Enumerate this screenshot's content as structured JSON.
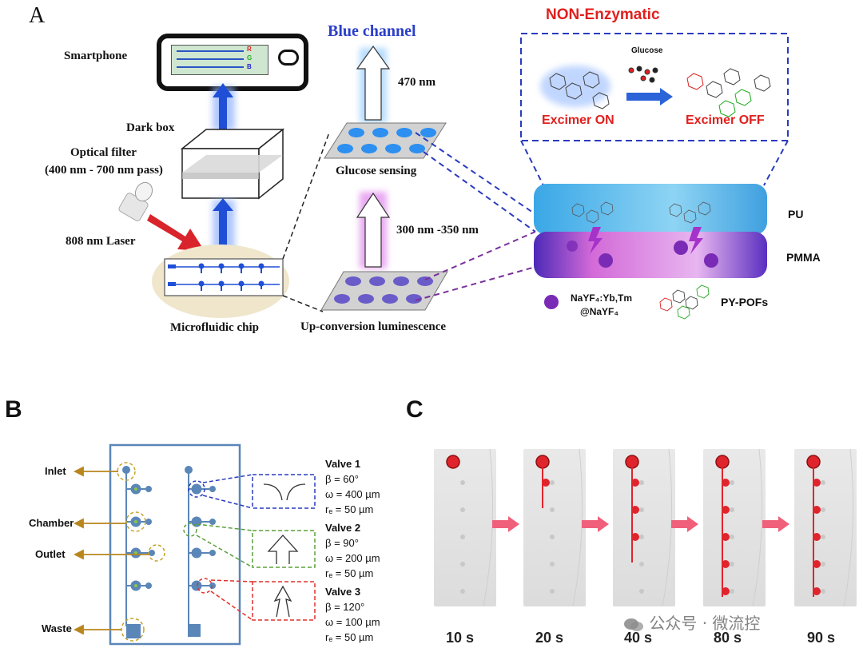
{
  "panel_a": {
    "letter": "A",
    "smartphone": "Smartphone",
    "phone_screen": {
      "r": "R",
      "g": "G",
      "b": "B"
    },
    "dark_box": "Dark box",
    "optical_filter_line1": "Optical filter",
    "optical_filter_line2": "(400 nm - 700 nm pass)",
    "laser": "808 nm  Laser",
    "microfluidic_chip": "Microfluidic chip",
    "blue_channel": "Blue channel",
    "wavelength_emit": "470 nm",
    "glucose_sensing": "Glucose sensing",
    "wavelength_uv": "300 nm -350 nm",
    "upconversion": "Up-conversion luminescence",
    "non_enzymatic": "NON-Enzymatic",
    "glucose": "Glucose",
    "excimer_on": "Excimer ON",
    "excimer_off": "Excimer OFF",
    "pu": "PU",
    "pmma": "PMMA",
    "nanoparticle_label_line1": "NaYF₄:Yb,Tm",
    "nanoparticle_label_line2": "@NaYF₄",
    "pypofs": "PY-POFs"
  },
  "panel_b": {
    "letter": "B",
    "inlet": "Inlet",
    "chamber": "Chamber",
    "outlet": "Outlet",
    "waste": "Waste",
    "valves": [
      {
        "title": "Valve 1",
        "beta": "β = 60°",
        "omega": "ω = 400 µm",
        "re": "rₑ = 50 µm"
      },
      {
        "title": "Valve 2",
        "beta": "β = 90°",
        "omega": "ω = 200 µm",
        "re": "rₑ = 50 µm"
      },
      {
        "title": "Valve 3",
        "beta": "β = 120°",
        "omega": "ω = 100 µm",
        "re": "rₑ = 50 µm"
      }
    ]
  },
  "panel_c": {
    "letter": "C",
    "times": [
      "10 s",
      "20 s",
      "40 s",
      "80 s",
      "90 s"
    ],
    "filled_chambers": [
      0,
      1,
      3,
      5,
      5
    ],
    "watermark": "公众号 · 微流控"
  },
  "colors": {
    "blue_arrow": "#1f4fd6",
    "red_laser": "#d8242a",
    "pu_layer": "#54b6ea",
    "pmma_layer": "#b06bd8",
    "dashed_blue": "#2a3bbf",
    "dashed_purple": "#7a2f9b",
    "chip_blue": "#5a86b8",
    "valve_green": "#5aa03a",
    "valve_red": "#e0302b",
    "liquid_red": "#e0242c",
    "pink_arrow": "#f0607a"
  }
}
